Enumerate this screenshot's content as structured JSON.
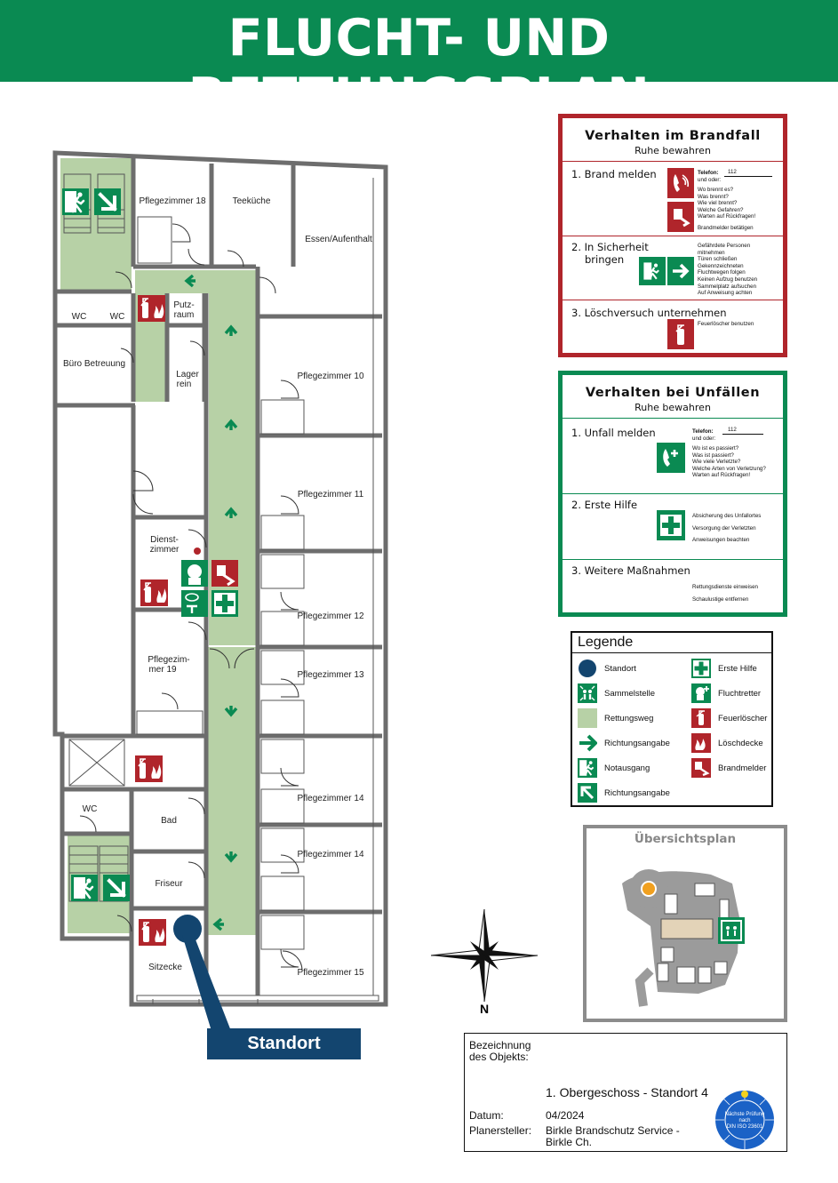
{
  "header": {
    "title": "FLUCHT- UND RETTUNGSPLAN"
  },
  "colors": {
    "green": "#0a8a52",
    "red": "#b0252b",
    "route": "#b7d1a6",
    "navy": "#13456f"
  },
  "rooms": {
    "pflegezimmer_18": "Pflegezimmer 18",
    "teekueche": "Teeküche",
    "essen": "Essen/Aufenthalt",
    "wc_1": "WC",
    "wc_2": "WC",
    "putz_1": "Putz-",
    "putz_2": "raum",
    "buero": "Büro Betreuung",
    "lager_1": "Lager",
    "lager_2": "rein",
    "pflegezimmer_10": "Pflegezimmer 10",
    "pflegezimmer_11": "Pflegezimmer 11",
    "dienst_1": "Dienst-",
    "dienst_2": "zimmer",
    "pflegezimmer_12": "Pflegezimmer 12",
    "pz19_1": "Pflegezim-",
    "pz19_2": "mer 19",
    "pflegezimmer_13": "Pflegezimmer 13",
    "wc_3": "WC",
    "bad": "Bad",
    "pflegezimmer_14a": "Pflegezimmer 14",
    "pflegezimmer_14b": "Pflegezimmer 14",
    "friseur": "Friseur",
    "sitzecke": "Sitzecke",
    "pflegezimmer_15": "Pflegezimmer 15"
  },
  "standort": {
    "label": "Standort"
  },
  "compass": {
    "north": "N"
  },
  "brandfall": {
    "title": "Verhalten im Brandfall",
    "subtitle": "Ruhe bewahren",
    "step1": "1. Brand melden",
    "phone_label": "Telefon:",
    "phone_number": "112",
    "phone_or": "und oder:",
    "step1_details": [
      "Wo brennt es?",
      "Was brennt?",
      "Wie viel brennt?",
      "Welche Gefahren?",
      "Warten auf Rückfragen!"
    ],
    "step1_alarm": "Brandmelder betätigen",
    "step2_line1": "2. In Sicherheit",
    "step2_line2": "bringen",
    "step2_details": [
      "Gefährdete Personen",
      "mitnehmen",
      "Türen schließen",
      "Gekennzeichneten",
      "Fluchtwegen folgen",
      "Keinen Aufzug benutzen",
      "Sammelplatz aufsuchen",
      "Auf Anweisung achten"
    ],
    "step3": "3. Löschversuch unternehmen",
    "step3_detail": "Feuerlöscher benutzen"
  },
  "unfall": {
    "title": "Verhalten bei Unfällen",
    "subtitle": "Ruhe bewahren",
    "step1": "1. Unfall melden",
    "phone_label": "Telefon:",
    "phone_number": "112",
    "phone_or": "und oder:",
    "step1_details": [
      "Wo ist es passiert?",
      "Was ist passiert?",
      "Wie viele Verletzte?",
      "Welche Arten von Verletzung?",
      "Warten auf Rückfragen!"
    ],
    "step2": "2. Erste Hilfe",
    "step2_details": [
      "Absicherung des Unfallortes",
      "Versorgung der Verletzten",
      "Anweisungen beachten"
    ],
    "step3": "3. Weitere Maßnahmen",
    "step3_details": [
      "Rettungsdienste einweisen",
      "Schaulustige entfernen"
    ]
  },
  "legend": {
    "title": "Legende",
    "items": [
      {
        "icon": "standort-icon",
        "label": "Standort"
      },
      {
        "icon": "first-aid-icon",
        "label": "Erste Hilfe"
      },
      {
        "icon": "assembly-point-icon",
        "label": "Sammelstelle"
      },
      {
        "icon": "escape-hood-icon",
        "label": "Fluchtretter"
      },
      {
        "icon": "escape-route-icon",
        "label": "Rettungsweg"
      },
      {
        "icon": "fire-extinguisher-icon",
        "label": "Feuerlöscher"
      },
      {
        "icon": "arrow-right-icon",
        "label": "Richtungsangabe"
      },
      {
        "icon": "fire-blanket-icon",
        "label": "Löschdecke"
      },
      {
        "icon": "emergency-exit-icon",
        "label": "Notausgang"
      },
      {
        "icon": "fire-alarm-icon",
        "label": "Brandmelder"
      },
      {
        "icon": "arrow-diagonal-icon",
        "label": "Richtungsangabe"
      }
    ]
  },
  "overview": {
    "title": "Übersichtsplan"
  },
  "titleblock": {
    "label_object_1": "Bezeichnung",
    "label_object_2": "des Objekts:",
    "object": "1. Obergeschoss - Standort 4",
    "label_date": "Datum:",
    "date": "04/2024",
    "label_planner": "Planersteller:",
    "planner_1": "Birkle Brandschutz Service -",
    "planner_2": "Birkle Ch.",
    "seal_1": "Nächste Prüfung",
    "seal_2": "nach",
    "seal_3": "DIN ISO 23601"
  }
}
